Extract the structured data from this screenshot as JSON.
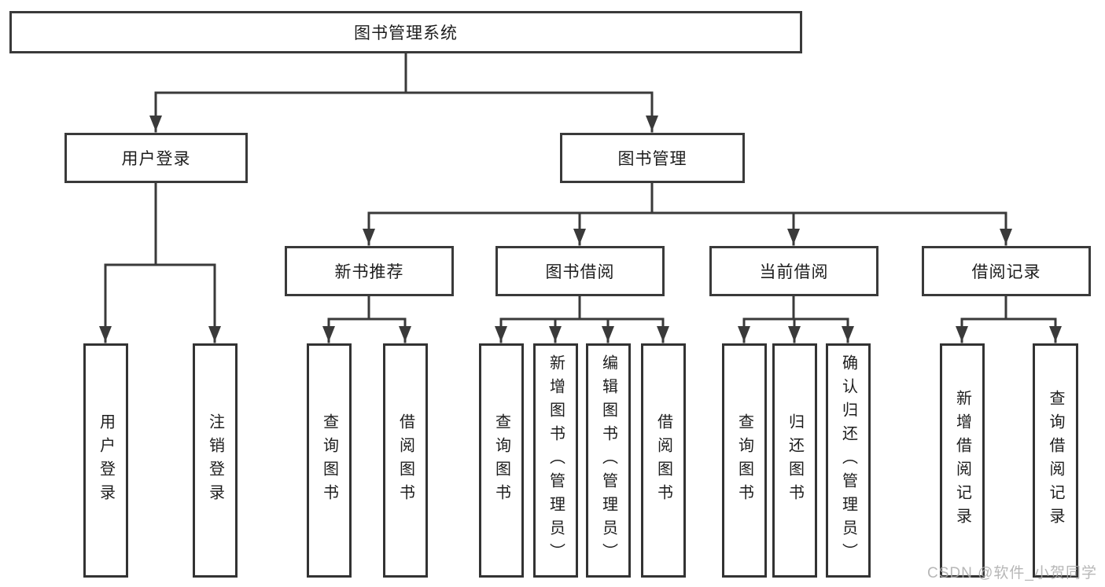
{
  "tree": {
    "root": {
      "label": "图书管理系统",
      "children": [
        {
          "label": "用户登录",
          "children": [
            {
              "label": "用户登录"
            },
            {
              "label": "注销登录"
            }
          ]
        },
        {
          "label": "图书管理",
          "children": [
            {
              "label": "新书推荐",
              "children": [
                {
                  "label": "查询图书"
                },
                {
                  "label": "借阅图书"
                }
              ]
            },
            {
              "label": "图书借阅",
              "children": [
                {
                  "label": "查询图书"
                },
                {
                  "label": "新增图书（管理员）"
                },
                {
                  "label": "编辑图书（管理员）"
                },
                {
                  "label": "借阅图书"
                }
              ]
            },
            {
              "label": "当前借阅",
              "children": [
                {
                  "label": "查询图书"
                },
                {
                  "label": "归还图书"
                },
                {
                  "label": "确认归还（管理员）"
                }
              ]
            },
            {
              "label": "借阅记录",
              "children": [
                {
                  "label": "新增借阅记录"
                },
                {
                  "label": "查询借阅记录"
                }
              ]
            }
          ]
        }
      ]
    }
  },
  "watermark": "CSDN @软件_小贺同学",
  "colors": {
    "line": "#3a3a3a",
    "box_border": "#3a3a3a",
    "box_fill": "#ffffff",
    "text": "#1d1d1d",
    "watermark": "#aaaaaa"
  }
}
